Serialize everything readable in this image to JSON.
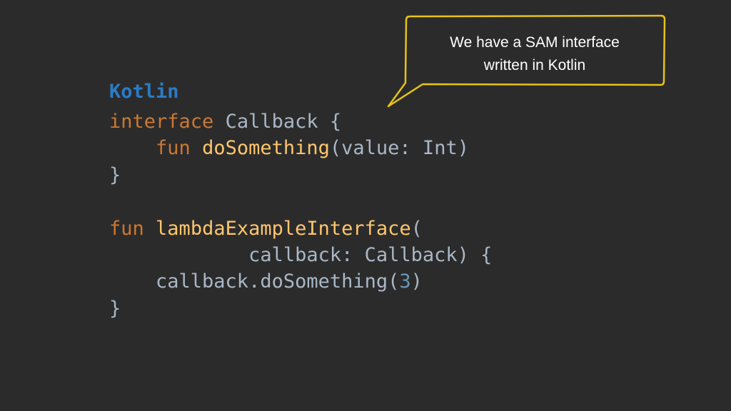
{
  "slide": {
    "language_label": "Kotlin",
    "callout_text_line1": "We have a SAM interface",
    "callout_text_line2": "written in Kotlin",
    "code": {
      "l1_kw": "interface",
      "l1_rest": " Callback {",
      "l2_indent": "    ",
      "l2_kw": "fun",
      "l2_sp": " ",
      "l2_fn": "doSomething",
      "l2_rest": "(value: Int)",
      "l3": "}",
      "l5_kw": "fun",
      "l5_sp": " ",
      "l5_fn": "lambdaExampleInterface",
      "l5_rest": "(",
      "l6": "            callback: Callback) {",
      "l7_pre": "    callback.doSomething(",
      "l7_num": "3",
      "l7_post": ")",
      "l8": "}"
    }
  },
  "colors": {
    "background": "#2b2b2b",
    "keyword": "#cc7832",
    "function": "#ffc66d",
    "number": "#6897bb",
    "label": "#2a7bc6",
    "callout_border": "#e8c214"
  }
}
